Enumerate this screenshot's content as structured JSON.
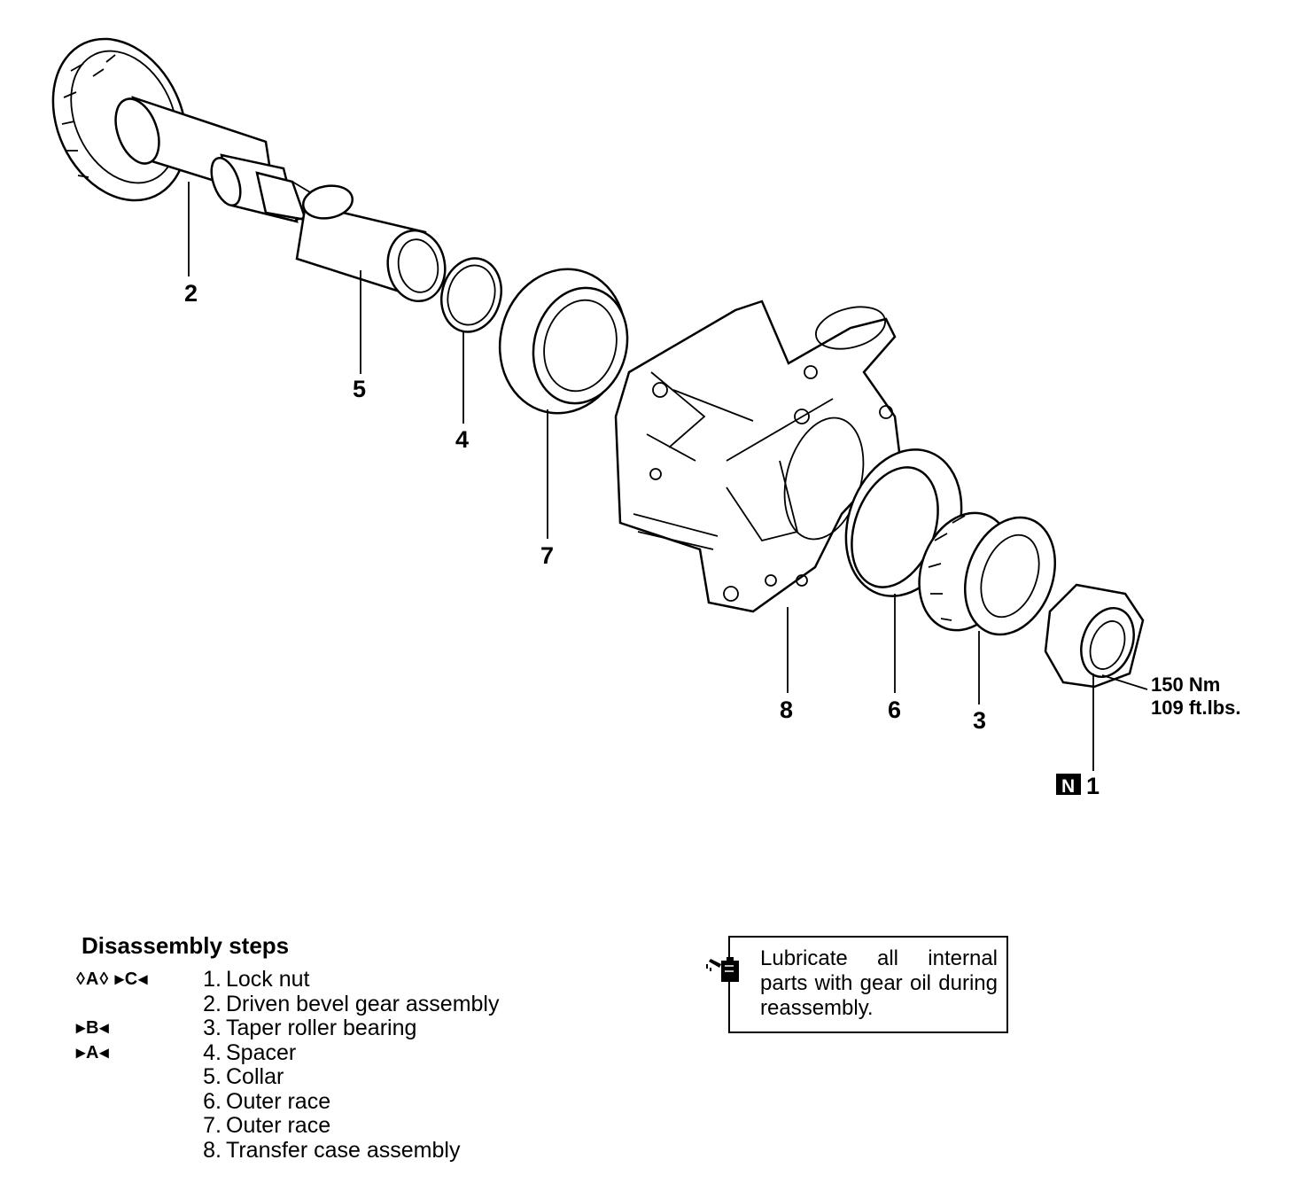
{
  "callouts": {
    "c1": "1",
    "c2": "2",
    "c3": "3",
    "c4": "4",
    "c5": "5",
    "c6": "6",
    "c7": "7",
    "c8": "8",
    "new_part_badge": "N"
  },
  "torque": {
    "metric": "150 Nm",
    "imperial": "109 ft.lbs."
  },
  "disassembly": {
    "title": "Disassembly steps",
    "steps": [
      {
        "marks": "◊A◊ ▸C◂",
        "num": "1.",
        "label": "Lock nut"
      },
      {
        "marks": "",
        "num": "2.",
        "label": "Driven bevel gear assembly"
      },
      {
        "marks": "▸B◂",
        "num": "3.",
        "label": "Taper roller bearing"
      },
      {
        "marks": "▸A◂",
        "num": "4.",
        "label": "Spacer"
      },
      {
        "marks": "",
        "num": "5.",
        "label": "Collar"
      },
      {
        "marks": "",
        "num": "6.",
        "label": "Outer race"
      },
      {
        "marks": "",
        "num": "7.",
        "label": "Outer race"
      },
      {
        "marks": "",
        "num": "8.",
        "label": "Transfer case assembly"
      }
    ]
  },
  "note": {
    "text": "Lubricate all internal parts with gear oil during reassembly.",
    "icon": "oil-can-icon"
  }
}
